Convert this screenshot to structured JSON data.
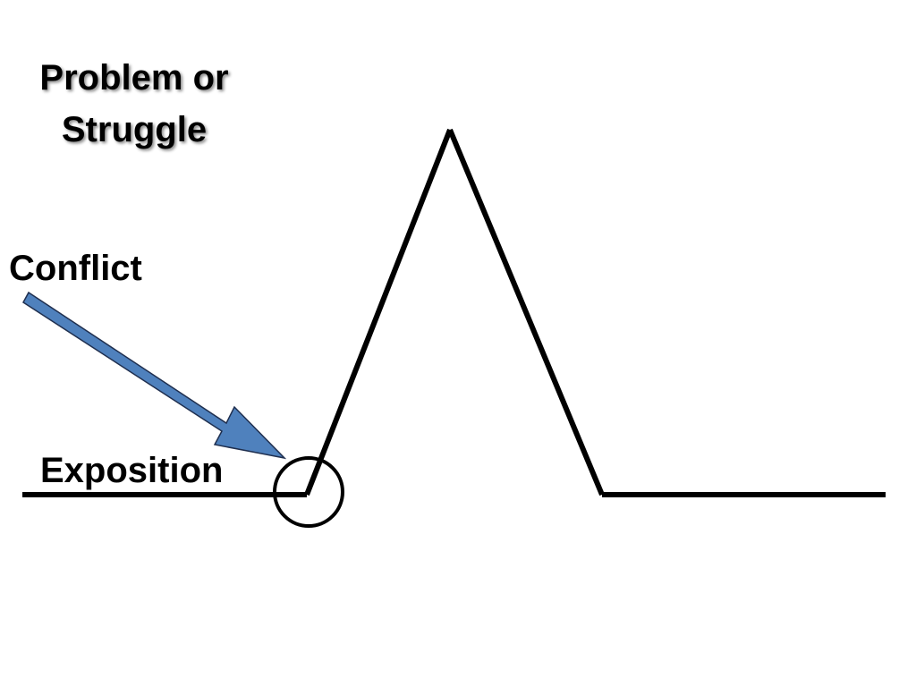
{
  "diagram": {
    "title_line1": "Problem or",
    "title_line2": "Struggle",
    "labels": {
      "conflict": "Conflict",
      "exposition": "Exposition"
    },
    "colors": {
      "line": "#000000",
      "arrow_fill": "#4F81BD",
      "arrow_stroke": "#1F2F4F",
      "text": "#000000"
    },
    "icons": {
      "arrow": "arrow-icon",
      "circle": "highlight-circle"
    }
  }
}
